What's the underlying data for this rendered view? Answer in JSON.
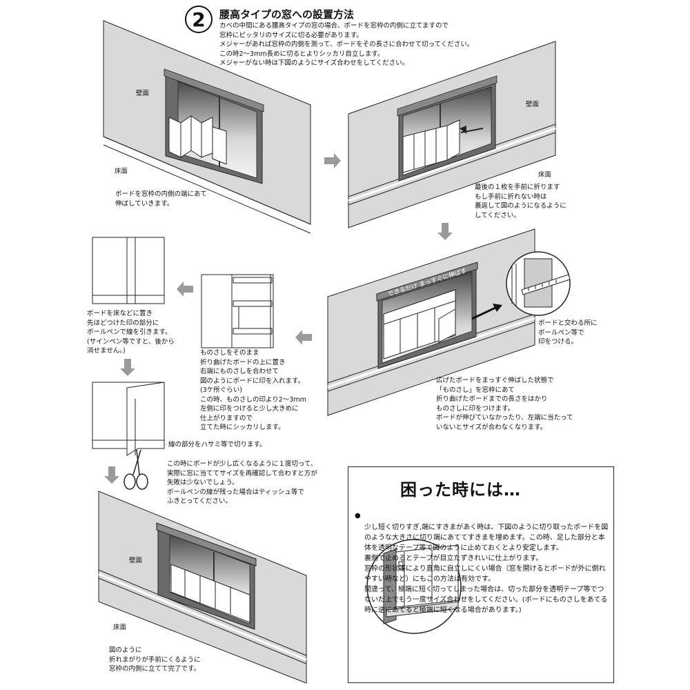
{
  "header": {
    "step_number": "2",
    "title": "腰高タイプの窓への設置方法",
    "intro": "カベの中間にある腰高タイプの窓の場合、ボードを窓枠の内側に立てますので\n窓枠にピッタリのサイズに切る必要があります。\nメジャーがあれば窓枠の内側を測って、ボードをその長さに合わせて切ってください。\nこの時2～3mm長めに切るとよりシッカリ自立します。\nメジャーがない時は下図のようにサイズ合わせをしてください。"
  },
  "steps": {
    "step1": {
      "wall_label": "壁面",
      "floor_label": "床面",
      "caption": "ボードを窓枠の内側の端にあて\n伸ばしていきます。"
    },
    "step2": {
      "wall_label": "壁面",
      "floor_label": "床面",
      "caption": "最後の１枚を手前に折ります\nもし手前に折れない時は\n裏返して図のようになるように\nしてください。"
    },
    "step3": {
      "board_label": "できるだけ まっすぐに伸ばす",
      "zoom_caption": "ボードと交わる所に\nボールペン等で\n印をつける。",
      "caption": "広げたボードをまっすぐ伸ばした状態で\n「ものさし」を窓枠にあて\n折り曲げたボードまでの長さをはかり\nものさしに印をつけます。\nボードが伸びていなかったり、左端に当たって\nいないとサイズが合わなくなります。"
    },
    "step4": {
      "caption": "ものさしをそのまま\n折り曲げたボードの上に置き\n右端にものさしを合わせて\n図のようにボードに印を入れます。\n(3ケ所ぐらい)\nこの時、ものさしの印より2～3mm\n左側に印をつけると少し大きめに\n仕上がりますので\n立てた時にシッカリします。"
    },
    "step5": {
      "caption": "ボードを床などに置き\n先ほどつけた印の部分に\nボールペンで線を引きます。\n(サインペン等ですと、後から\n消せません。)"
    },
    "step6": {
      "caption": "線の部分をハサミ等で切ります。",
      "note": "この時にボードが少し広くなるように１度切って、\n実際に窓に当ててサイズを再確認して合わすと方が\n失敗は少ないでしょう。\nボールペンの線が残った場合はティッシュ等で\nふきとってください。"
    },
    "step7": {
      "wall_label": "壁面",
      "floor_label": "床面",
      "caption": "図のように\n折れまがりが手前にくるように\n窓枠の内側に立てて完了です。"
    }
  },
  "trouble": {
    "title": "困った時には…",
    "bullet": "●",
    "body": "少し短く切りすぎ,端にすきまがあく時は、下図のように切り取ったボードを図のような大きさに切り端にあててすきまを埋めます。この時、足した部分と本体を透明なテープ等で図のように止めておくとより安定します。\n裏側で止めるとテープが目立たずきれいに仕上がります。\n窓枠の形状等により直角に自立しにくい場合（窓を開けるとボードが外に倒れやすい時など）にもこの方法は有効です。\n間違って、極端に短く切ってしまった場合は、切った部分を透明テープ等でつないだ上でもう一度サイズ合わせをしてください。(ボードにものさしをあてる時に逆にあてると極端に短くなる場合があります。)"
  },
  "colors": {
    "wall": "#d9d9d9",
    "window": "#5a5a5a",
    "board": "#ffffff",
    "line": "#222222",
    "arrow": "#9a9a9a"
  }
}
